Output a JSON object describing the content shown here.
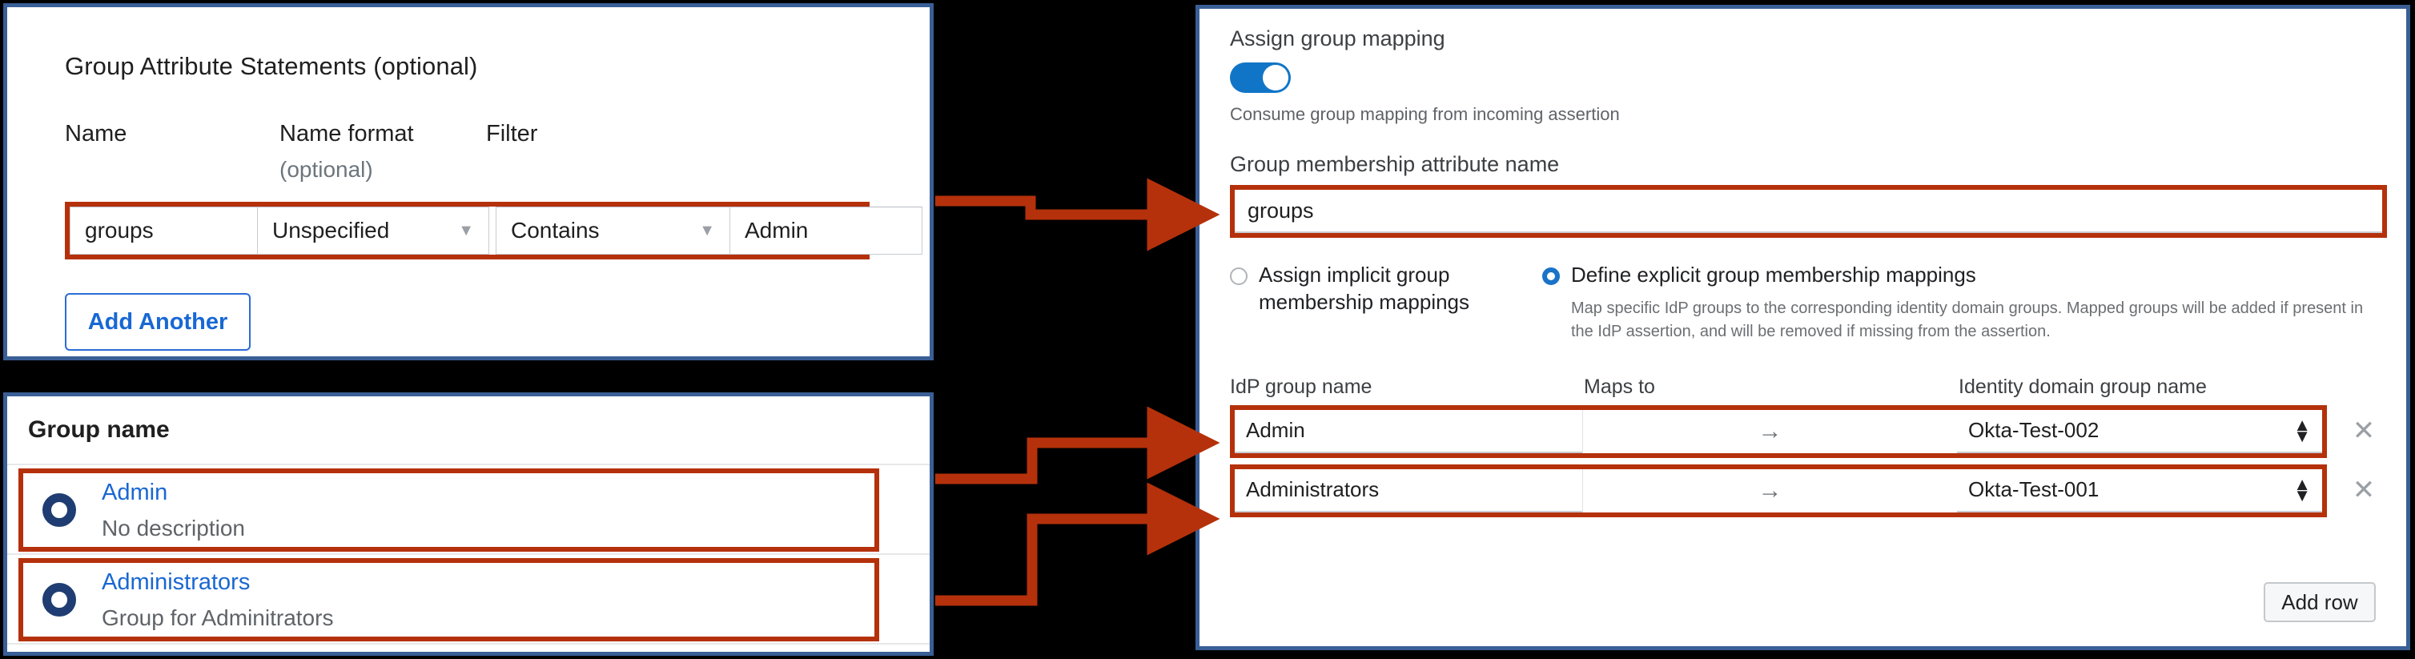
{
  "left_top": {
    "title": "Group Attribute Statements (optional)",
    "columns": [
      {
        "label": "Name",
        "sub": ""
      },
      {
        "label": "Name format",
        "sub": "(optional)"
      },
      {
        "label": "Filter",
        "sub": ""
      }
    ],
    "row": {
      "name_value": "groups",
      "name_format_value": "Unspecified",
      "filter_type_value": "Contains",
      "filter_value": "Admin",
      "caret_icon": "caret-down-icon"
    },
    "add_another_label": "Add Another"
  },
  "left_bottom": {
    "header": "Group name",
    "rows": [
      {
        "name": "Admin",
        "description": "No description",
        "radio_icon": "radio-selected-icon"
      },
      {
        "name": "Administrators",
        "description": "Group for Adminitrators",
        "radio_icon": "radio-selected-icon"
      }
    ]
  },
  "right": {
    "assign_group_mapping_label": "Assign group mapping",
    "toggle_state": "on",
    "toggle_hint": "Consume group mapping from incoming assertion",
    "attribute_name_label": "Group membership attribute name",
    "attribute_name_value": "groups",
    "radio_implicit": {
      "title": "Assign implicit group membership mappings",
      "selected": false
    },
    "radio_explicit": {
      "title": "Define explicit group membership mappings",
      "description": "Map specific IdP groups to the corresponding identity domain groups. Mapped groups will be added if present in the IdP assertion, and will be removed if missing from the assertion.",
      "selected": true
    },
    "table_headers": [
      "IdP group name",
      "Maps to",
      "Identity domain group name"
    ],
    "mappings": [
      {
        "idp_group": "Admin",
        "arrow": "→",
        "domain_group": "Okta-Test-002",
        "stepper_icon": "stepper-updown-icon",
        "remove_icon": "close-x-icon"
      },
      {
        "idp_group": "Administrators",
        "arrow": "→",
        "domain_group": "Okta-Test-001",
        "stepper_icon": "stepper-updown-icon",
        "remove_icon": "close-x-icon"
      }
    ],
    "add_row_label": "Add row"
  },
  "colors": {
    "highlight": "#b5310b",
    "panel_border": "#3a5f96",
    "link": "#1967d2",
    "toggle_on": "#1175c7",
    "radio_on": "#1a73c7",
    "background": "#000000"
  }
}
